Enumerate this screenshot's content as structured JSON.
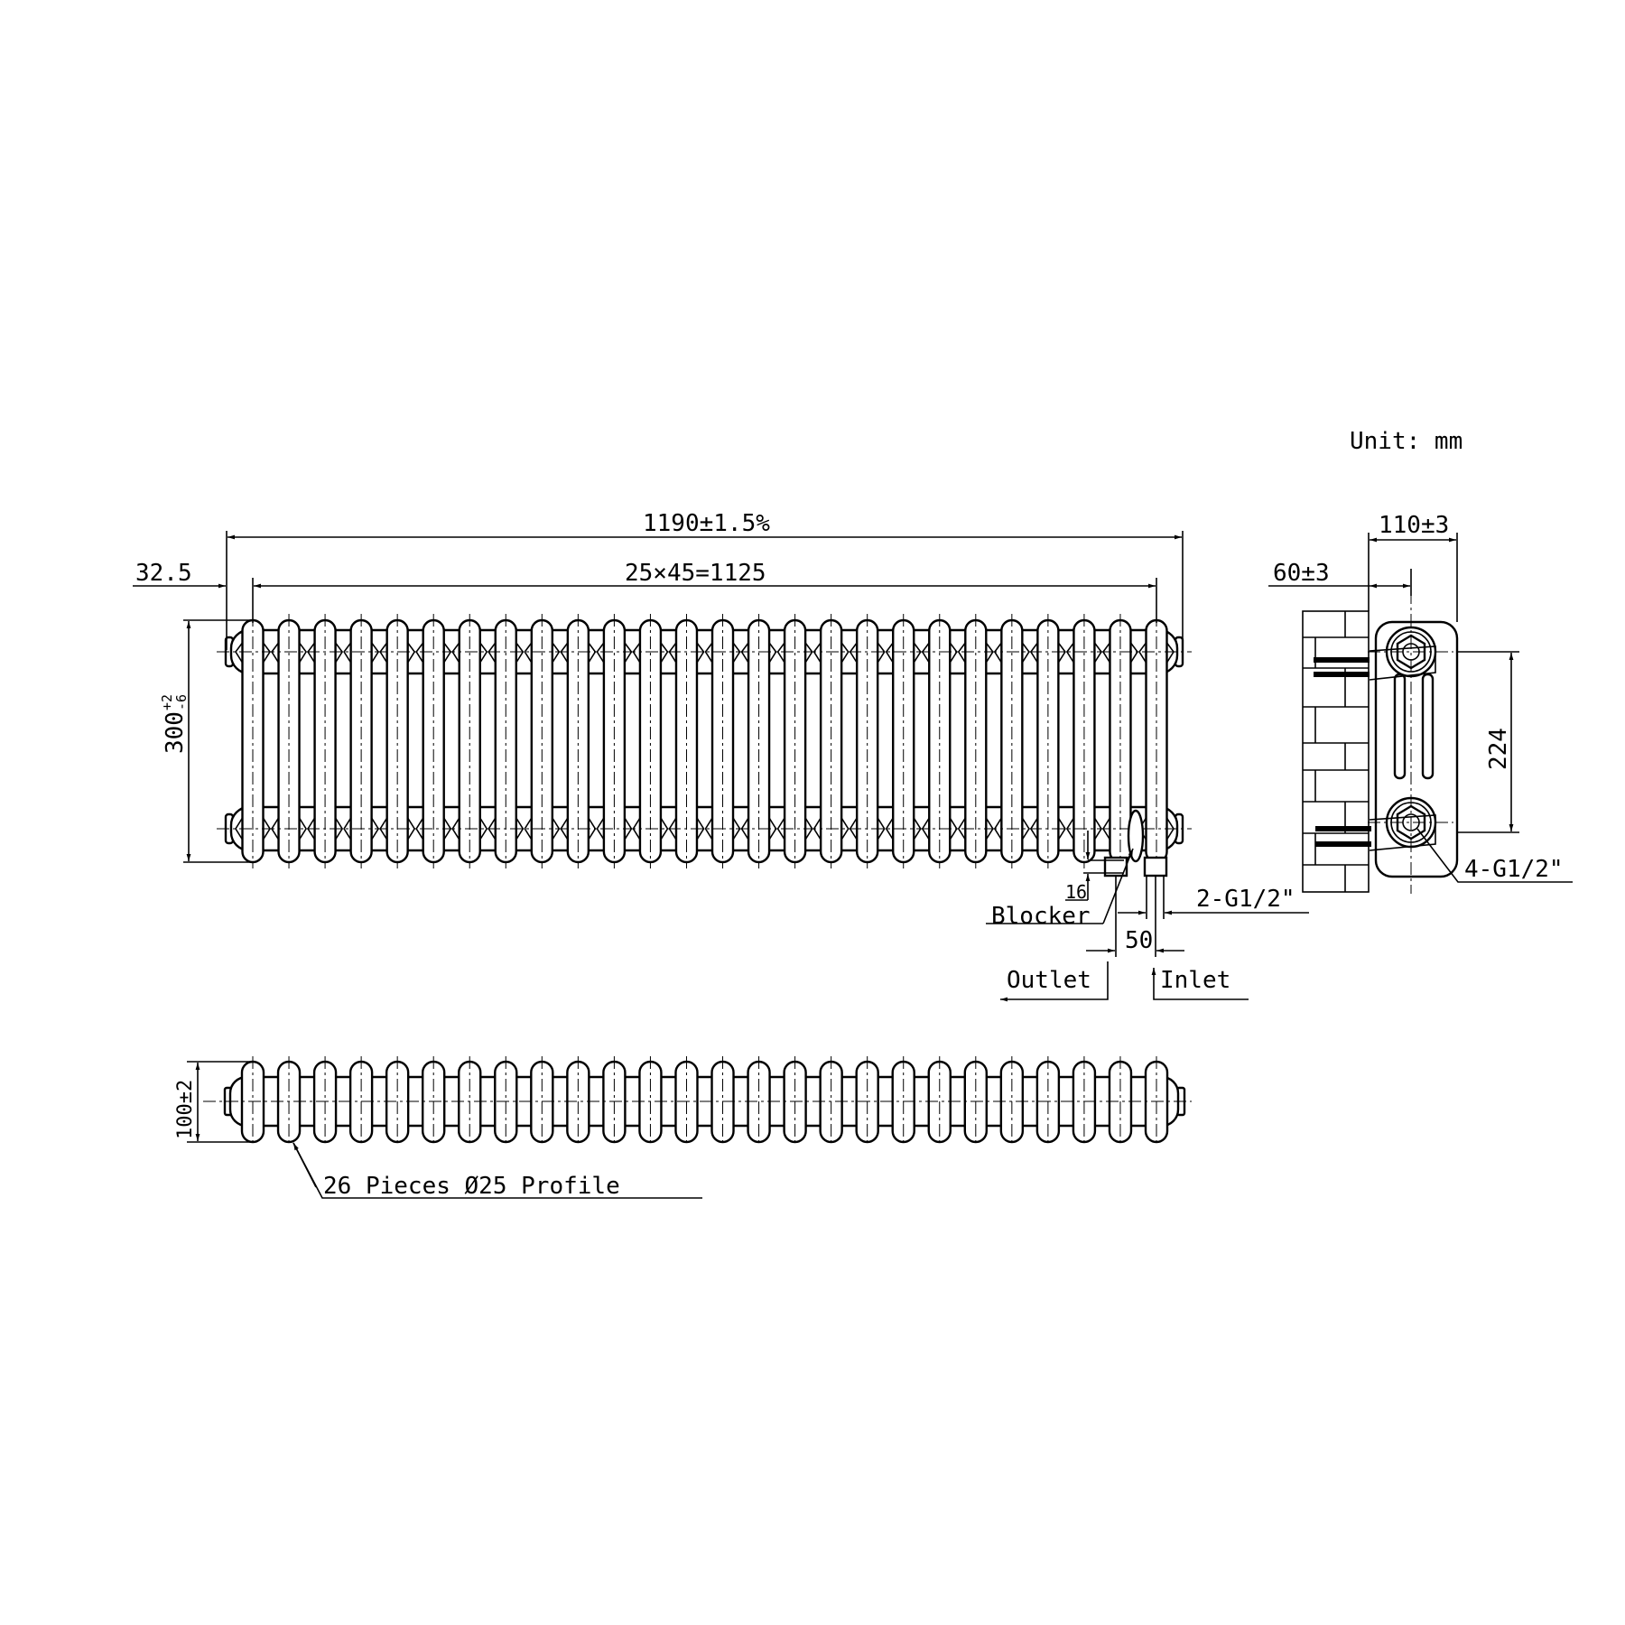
{
  "unit_label": "Unit: mm",
  "front_view": {
    "overall_length": "1190±1.5%",
    "column_pitch": "25×45=1125",
    "end_offset": "32.5",
    "height_main": "300",
    "height_tol_plus": "+2",
    "height_tol_minus": "-6",
    "column_count": 26,
    "blocker_label": "Blocker",
    "blocker_dim": "16",
    "connection_label": "2-G1/2\"",
    "connection_spacing": "50",
    "outlet_label": "Outlet",
    "inlet_label": "Inlet"
  },
  "side_view": {
    "depth": "110±3",
    "wall_offset": "60±3",
    "center_distance": "224",
    "ports_label": "4-G1/2\""
  },
  "top_view": {
    "depth": "100±2",
    "profile_label": "26 Pieces Ø25 Profile"
  }
}
